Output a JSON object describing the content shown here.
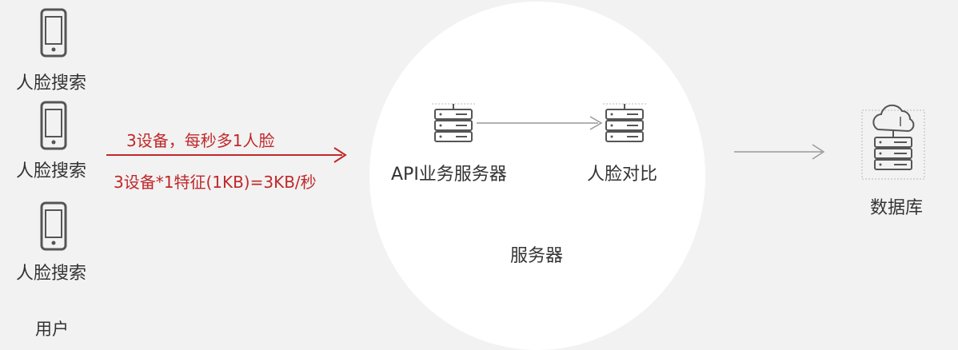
{
  "users": {
    "devices": [
      {
        "label": "人脸搜索",
        "icon": "phone-icon"
      },
      {
        "label": "人脸搜索",
        "icon": "phone-icon"
      },
      {
        "label": "人脸搜索",
        "icon": "phone-icon"
      }
    ],
    "group_label": "用户"
  },
  "flow": {
    "line1": "3设备，每秒多1人脸",
    "line2": "3设备*1特征(1KB)=3KB/秒",
    "color": "#c0282a"
  },
  "server": {
    "api_label": "API业务服务器",
    "api_icon": "server-icon",
    "face_label": "人脸对比",
    "face_icon": "server-icon",
    "group_label": "服务器"
  },
  "database": {
    "label": "数据库",
    "icon": "cloud-database-icon"
  }
}
